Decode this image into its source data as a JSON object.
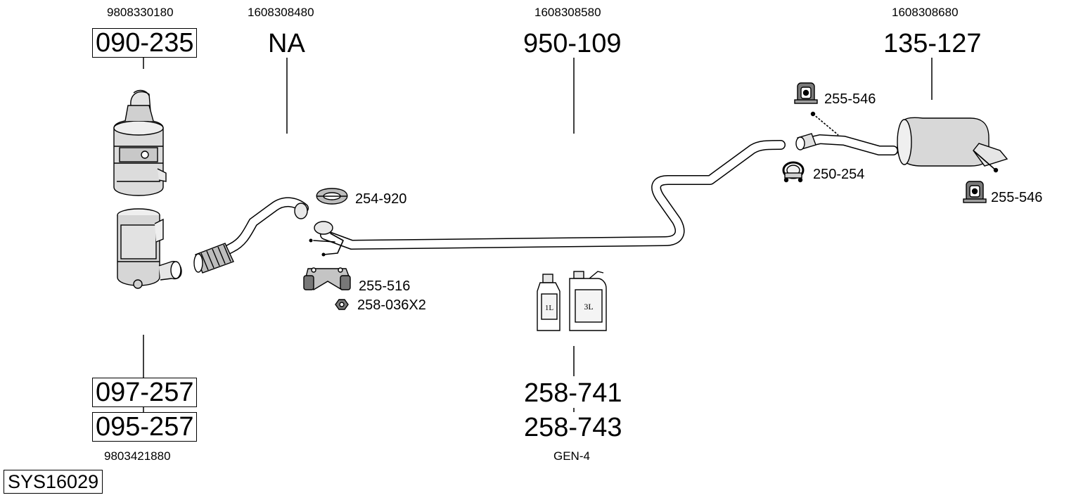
{
  "system_code": "SYS16029",
  "parts": {
    "dpf_top": {
      "oem": "9808330180",
      "number": "090-235"
    },
    "front_pipe": {
      "oem": "1608308480",
      "number": "NA"
    },
    "middle_pipe": {
      "oem": "1608308580",
      "number": "950-109"
    },
    "rear_silencer": {
      "oem": "1608308680",
      "number": "135-127"
    },
    "dpf_bottom": {
      "oem": "9803421880",
      "number_1": "097-257",
      "number_2": "095-257"
    },
    "additive": {
      "number_1": "258-741",
      "number_2": "258-743",
      "note": "GEN-4"
    }
  },
  "accessories": {
    "rubber_mount_upper": "255-546",
    "clamp_rear": "250-254",
    "rubber_mount_lower": "255-546",
    "gasket_clamp": "254-920",
    "bracket": "255-516",
    "nut": "258-036X2"
  },
  "container_labels": {
    "small": "1L",
    "large": "3L"
  }
}
